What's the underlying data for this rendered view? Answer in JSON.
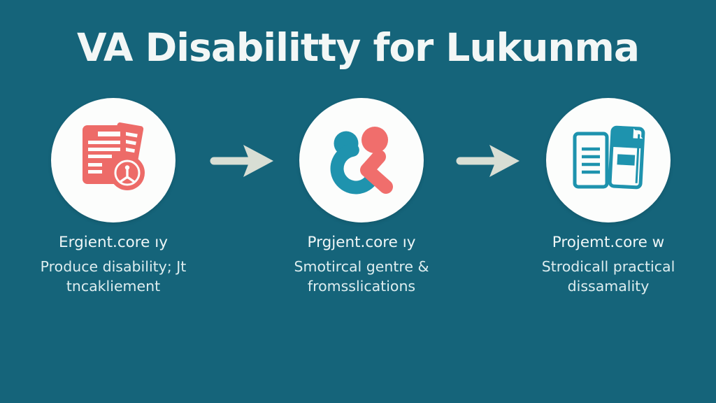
{
  "title": "VA Disabilitty for Lukunma",
  "colors": {
    "background": "#15647a",
    "circle_fill": "#fcfdfc",
    "title_text": "#f3f7f6",
    "caption_heading_text": "#eef6f7",
    "caption_body_text": "#ddedef",
    "arrow": "#d8ded4",
    "accent_coral": "#ed6b68",
    "accent_teal": "#1e93ae"
  },
  "steps": [
    {
      "icon": "documents-with-seal-icon",
      "heading": "Ergient.core ıy",
      "line1": "Produce disability; Jt",
      "line2": "tncakliement"
    },
    {
      "icon": "caregiver-people-icon",
      "heading": "Prgjent.core ıy",
      "line1": "Smotircal gentre &",
      "line2": "fromsslications"
    },
    {
      "icon": "document-and-book-icon",
      "heading": "Projemt.core w",
      "line1": "Strodicall practical",
      "line2": "dissamality"
    }
  ]
}
